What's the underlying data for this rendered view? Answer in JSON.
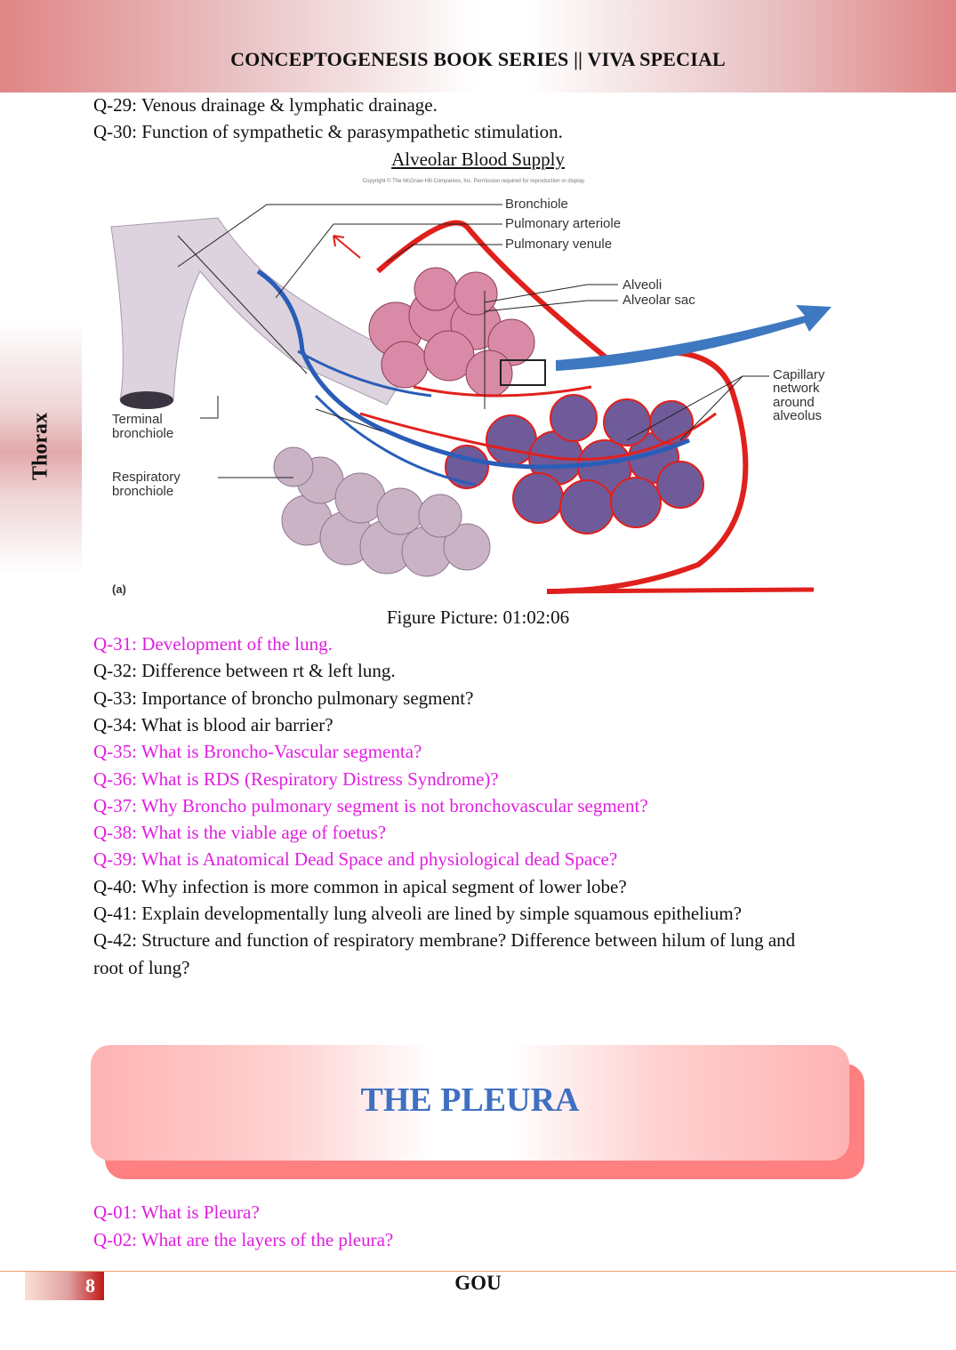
{
  "header": {
    "title": "CONCEPTOGENESIS BOOK SERIES || VIVA SPECIAL"
  },
  "side_tab": {
    "label": "Thorax"
  },
  "questions_top": [
    {
      "text": "Q-29: Venous drainage & lymphatic drainage.",
      "highlight": false
    },
    {
      "text": "Q-30: Function of sympathetic & parasympathetic stimulation.",
      "highlight": false
    }
  ],
  "figure": {
    "title": "Alveolar Blood Supply",
    "copyright": "Copyright © The McGraw-Hill Companies, Inc. Permission required for reproduction or display.",
    "labels": {
      "bronchiole": "Bronchiole",
      "pulmonary_arteriole": "Pulmonary arteriole",
      "pulmonary_venule": "Pulmonary venule",
      "alveoli": "Alveoli",
      "alveolar_sac": "Alveolar sac",
      "capillary_1": "Capillary",
      "capillary_2": "network",
      "capillary_3": "around",
      "capillary_4": "alveolus",
      "terminal_1": "Terminal",
      "terminal_2": "bronchiole",
      "respiratory_1": "Respiratory",
      "respiratory_2": "bronchiole",
      "panel": "(a)"
    },
    "caption": "Figure Picture: 01:02:06",
    "colors": {
      "artery": "#e0201c",
      "vein": "#2a5db8",
      "alveoli": "#c98aa0"
    }
  },
  "questions": [
    {
      "text": "Q-31: Development of the lung.",
      "highlight": true
    },
    {
      "text": "Q-32: Difference between rt & left lung.",
      "highlight": false
    },
    {
      "text": "Q-33: Importance of broncho pulmonary segment?",
      "highlight": false
    },
    {
      "text": "Q-34: What is blood air barrier?",
      "highlight": false
    },
    {
      "text": "Q-35: What is Broncho-Vascular segmenta?",
      "highlight": true
    },
    {
      "text": "Q-36: What is RDS (Respiratory Distress Syndrome)?",
      "highlight": true
    },
    {
      "text": "Q-37: Why Broncho pulmonary segment is not bronchovascular segment?",
      "highlight": true
    },
    {
      "text": "Q-38: What is the viable age of foetus?",
      "highlight": true
    },
    {
      "text": "Q-39: What is Anatomical Dead Space and physiological dead Space?",
      "highlight": true
    },
    {
      "text": "Q-40: Why infection is more common in apical segment of lower lobe?",
      "highlight": false
    },
    {
      "text": "Q-41: Explain developmentally lung alveoli are lined by simple squamous epithelium?",
      "highlight": false
    },
    {
      "text": "Q-42: Structure and function of respiratory membrane? Difference between hilum of lung and",
      "highlight": false
    },
    {
      "text": "root of lung?",
      "highlight": false
    }
  ],
  "section": {
    "title": "THE PLEURA",
    "title_color": "#3f6fc2"
  },
  "pleura_questions": [
    {
      "text": "Q-01: What is Pleura?",
      "highlight": true
    },
    {
      "text": "Q-02: What are the layers of the pleura?",
      "highlight": true
    }
  ],
  "footer": {
    "page_number": "8",
    "center": "GOU"
  }
}
